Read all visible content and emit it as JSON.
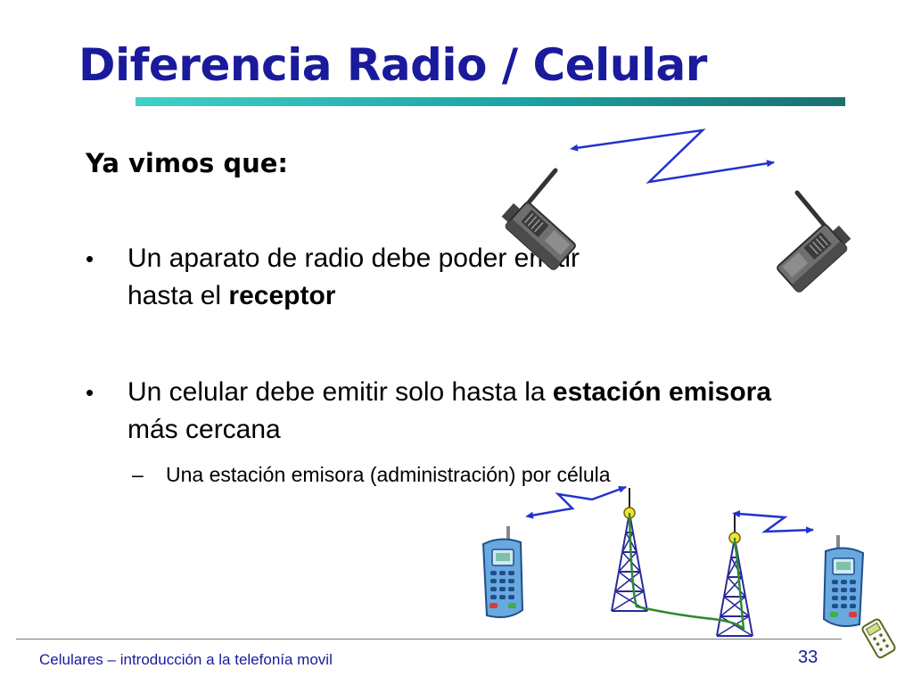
{
  "slide": {
    "title": "Diferencia Radio / Celular",
    "intro": "Ya vimos que:",
    "bullets": [
      {
        "before": "Un aparato de radio debe poder emitir hasta el ",
        "bold": "receptor",
        "after": ""
      },
      {
        "before": "Un celular debe emitir solo hasta la ",
        "bold": "estación emisora",
        "after": " más cercana"
      }
    ],
    "bullet_symbol": "•",
    "sub_dash": "–",
    "sub_bullet": "Una estación emisora (administración) por célula"
  },
  "footer": {
    "text": "Celulares – introducción a la telefonía movil",
    "page_number": "33"
  },
  "icons": {
    "radio": "walkie-talkie-icon",
    "cellphone": "cellphone-icon",
    "tower": "antenna-tower-icon",
    "signal": "lightning-signal-icon"
  },
  "colors": {
    "title": "#1a1a9c",
    "bar_start": "#3fd0c8",
    "bar_end": "#1b6f6d",
    "signal": "#2233cc",
    "tower": "#2a2a9a",
    "cable": "#2e8b2e",
    "phone_body": "#6aa8e0"
  }
}
